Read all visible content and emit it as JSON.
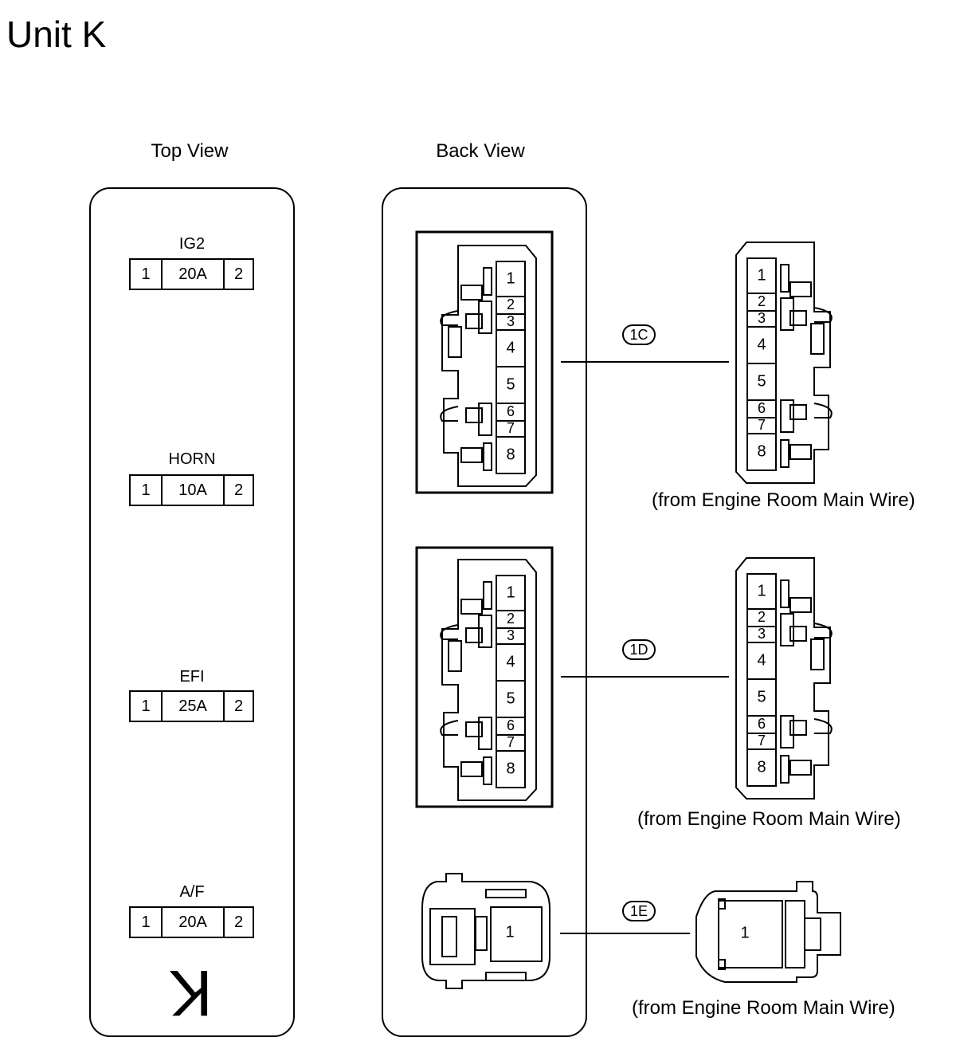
{
  "title": "Unit K",
  "top_view": {
    "label": "Top View",
    "fuses": [
      {
        "name": "IG2",
        "pin_left": "1",
        "rating": "20A",
        "pin_right": "2"
      },
      {
        "name": "HORN",
        "pin_left": "1",
        "rating": "10A",
        "pin_right": "2"
      },
      {
        "name": "EFI",
        "pin_left": "1",
        "rating": "25A",
        "pin_right": "2"
      },
      {
        "name": "A/F",
        "pin_left": "1",
        "rating": "20A",
        "pin_right": "2"
      }
    ],
    "unit_mark": "K"
  },
  "back_view": {
    "label": "Back View",
    "connectors": [
      {
        "code": "1C",
        "caption": "(from Engine Room Main Wire)",
        "pins": [
          "1",
          "2",
          "3",
          "4",
          "5",
          "6",
          "7",
          "8"
        ]
      },
      {
        "code": "1D",
        "caption": "(from Engine Room Main Wire)",
        "pins": [
          "1",
          "2",
          "3",
          "4",
          "5",
          "6",
          "7",
          "8"
        ]
      },
      {
        "code": "1E",
        "caption": "(from Engine Room Main Wire)",
        "pins": [
          "1"
        ]
      }
    ]
  }
}
